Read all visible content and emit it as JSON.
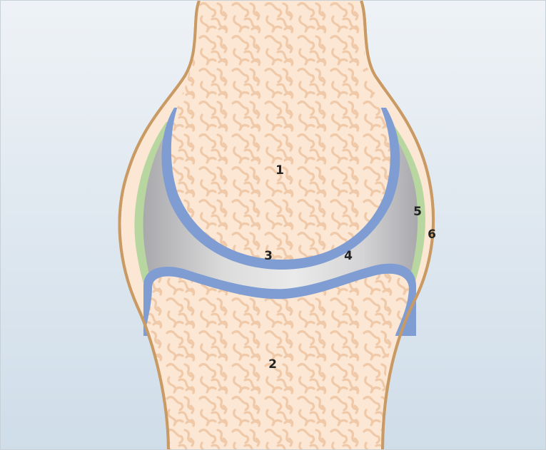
{
  "colors": {
    "background_top": "#eef2f6",
    "background_bottom": "#cfdde9",
    "bone_fill": "#fbe7d4",
    "bone_outline": "#c99a63",
    "trabecular_pattern": "#efc9a8",
    "cartilage": "#7f9dd2",
    "synovial_fluid_light": "#eaeaea",
    "synovial_fluid_dark": "#a9a9ad",
    "synovial_membrane": "#b8d7a0"
  },
  "labels": {
    "upper_bone": "1",
    "lower_bone": "2",
    "upper_cartilage": "3",
    "joint_cavity": "4",
    "synovial_membrane": "5",
    "joint_capsule": "6"
  }
}
